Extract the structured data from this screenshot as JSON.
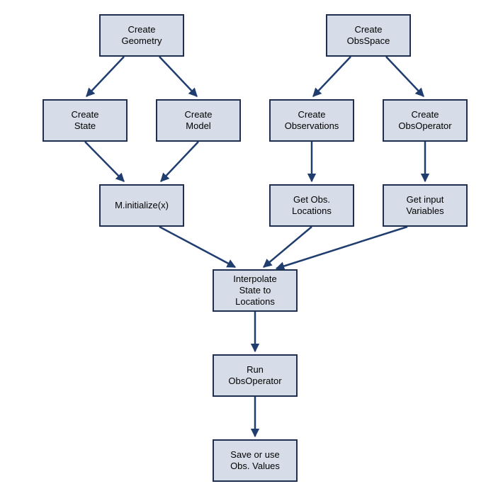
{
  "diagram": {
    "colors": {
      "node_fill": "#d7dde8",
      "node_border": "#1f2f4f",
      "edge": "#1f3d6f",
      "text": "#000000"
    },
    "nodes": {
      "create_geometry": "Create\nGeometry",
      "create_obsspace": "Create\nObsSpace",
      "create_state": "Create\nState",
      "create_model": "Create\nModel",
      "create_observations": "Create\nObservations",
      "create_obsoperator": "Create\nObsOperator",
      "m_initialize": "M.initialize(x)",
      "get_obs_locations": "Get Obs.\nLocations",
      "get_input_variables": "Get input\nVariables",
      "interpolate_state": "Interpolate\nState to\nLocations",
      "run_obsoperator": "Run\nObsOperator",
      "save_obs_values": "Save or use\nObs. Values"
    },
    "edges": [
      [
        "create_geometry",
        "create_state"
      ],
      [
        "create_geometry",
        "create_model"
      ],
      [
        "create_obsspace",
        "create_observations"
      ],
      [
        "create_obsspace",
        "create_obsoperator"
      ],
      [
        "create_state",
        "m_initialize"
      ],
      [
        "create_model",
        "m_initialize"
      ],
      [
        "create_observations",
        "get_obs_locations"
      ],
      [
        "create_obsoperator",
        "get_input_variables"
      ],
      [
        "m_initialize",
        "interpolate_state"
      ],
      [
        "get_obs_locations",
        "interpolate_state"
      ],
      [
        "get_input_variables",
        "interpolate_state"
      ],
      [
        "interpolate_state",
        "run_obsoperator"
      ],
      [
        "run_obsoperator",
        "save_obs_values"
      ]
    ]
  }
}
